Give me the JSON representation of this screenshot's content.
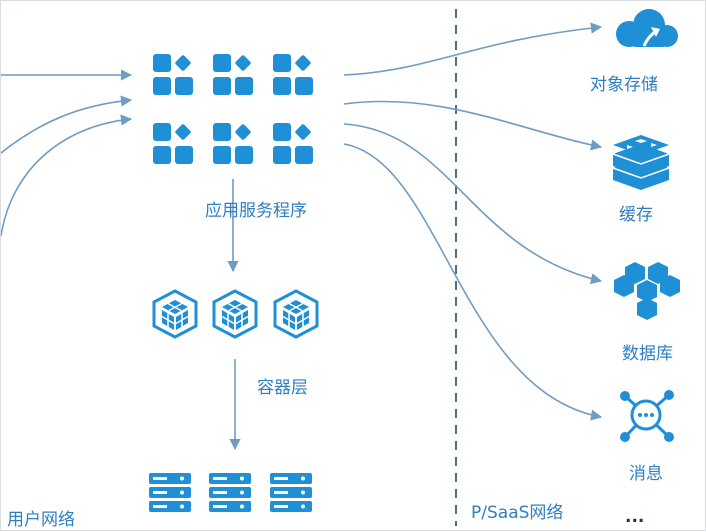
{
  "labels": {
    "app_service": "应用服务程序",
    "container_layer": "容器层",
    "user_network": "用户网络",
    "paas_network": "P/SaaS网络",
    "object_storage": "对象存储",
    "cache": "缓存",
    "database": "数据库",
    "message": "消息",
    "more": "..."
  },
  "colors": {
    "blue": "#1f8fd6",
    "line": "#6f9cc2",
    "text": "#2f7fc1",
    "dash": "#4a6f8f"
  },
  "icons": [
    "app-grid-icon",
    "container-cube-icon",
    "server-icon",
    "cloud-upload-icon",
    "redis-stack-icon",
    "hexagon-cluster-icon",
    "message-node-icon"
  ]
}
